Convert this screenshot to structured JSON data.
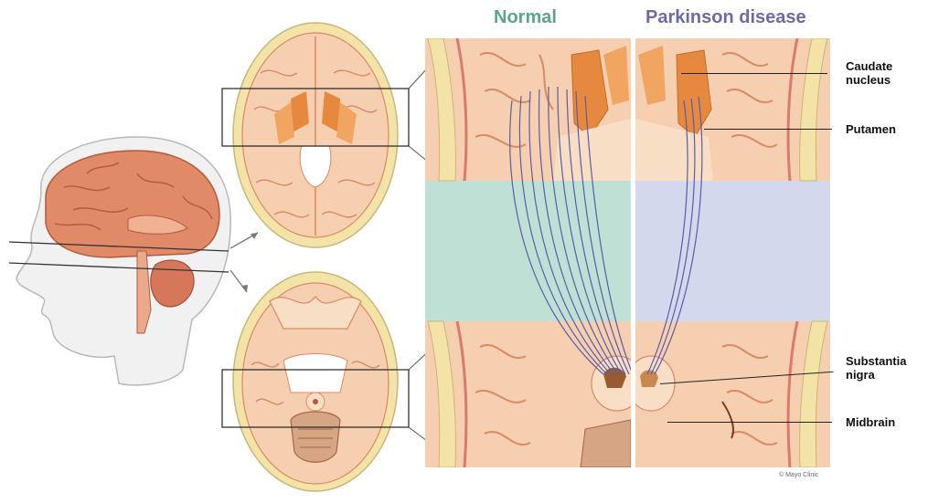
{
  "panels": {
    "normal_title": "Normal",
    "pd_title": "Parkinson disease"
  },
  "labels": {
    "caudate_line1": "Caudate",
    "caudate_line2": "nucleus",
    "putamen": "Putamen",
    "substantia_line1": "Substantia",
    "substantia_line2": "nigra",
    "midbrain": "Midbrain"
  },
  "credit": "© Mayo Clinic",
  "colors": {
    "normal_bg": "#bfe0d5",
    "pd_bg": "#d3d8ec",
    "tissue": "#f6cfb0",
    "tissue_light": "#f9dec6",
    "sulcus": "#d88a64",
    "nucleus": "#e6893e",
    "fiber": "#5b5ca8",
    "brain": "#e08a68",
    "skull": "#f3e3a6"
  }
}
